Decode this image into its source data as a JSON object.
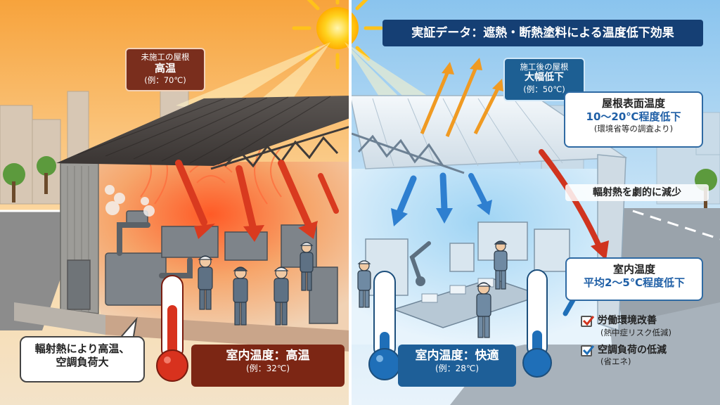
{
  "header": {
    "title": "実証データ：遮熱・断熱塗料による温度低下効果"
  },
  "untreated_roof": {
    "line1": "未施工の屋根",
    "line2": "高温",
    "line3": "(例：70℃)"
  },
  "treated_roof": {
    "line1": "施工後の屋根",
    "line2": "大幅低下",
    "line3": "(例：50℃)"
  },
  "roof_surface": {
    "title": "屋根表面温度",
    "value": "10〜20℃程度低下",
    "source": "(環境省等の調査より)"
  },
  "radiation_note": "輻射熱を劇的に減少",
  "indoor_summary": {
    "title": "室内温度",
    "value": "平均2〜5℃程度低下"
  },
  "benefits": [
    {
      "title": "労働環境改善",
      "sub": "(熱中症リスク低減)"
    },
    {
      "title": "空調負荷の低減",
      "sub": "(省エネ)"
    }
  ],
  "hot_caption": {
    "line1": "輻射熱により高温、",
    "line2": "空調負荷大"
  },
  "hot_status": {
    "title": "室内温度：高温",
    "sub": "(例：32℃)"
  },
  "cool_status": {
    "title": "室内温度：快適",
    "sub": "(例：28℃)"
  },
  "thermometers": {
    "hot_level": 0.72,
    "cool_level": 0.38
  },
  "colors": {
    "hot": "#d8321e",
    "cool": "#1f6fb8",
    "header": "#153f74",
    "sun": "#ffc21a"
  }
}
